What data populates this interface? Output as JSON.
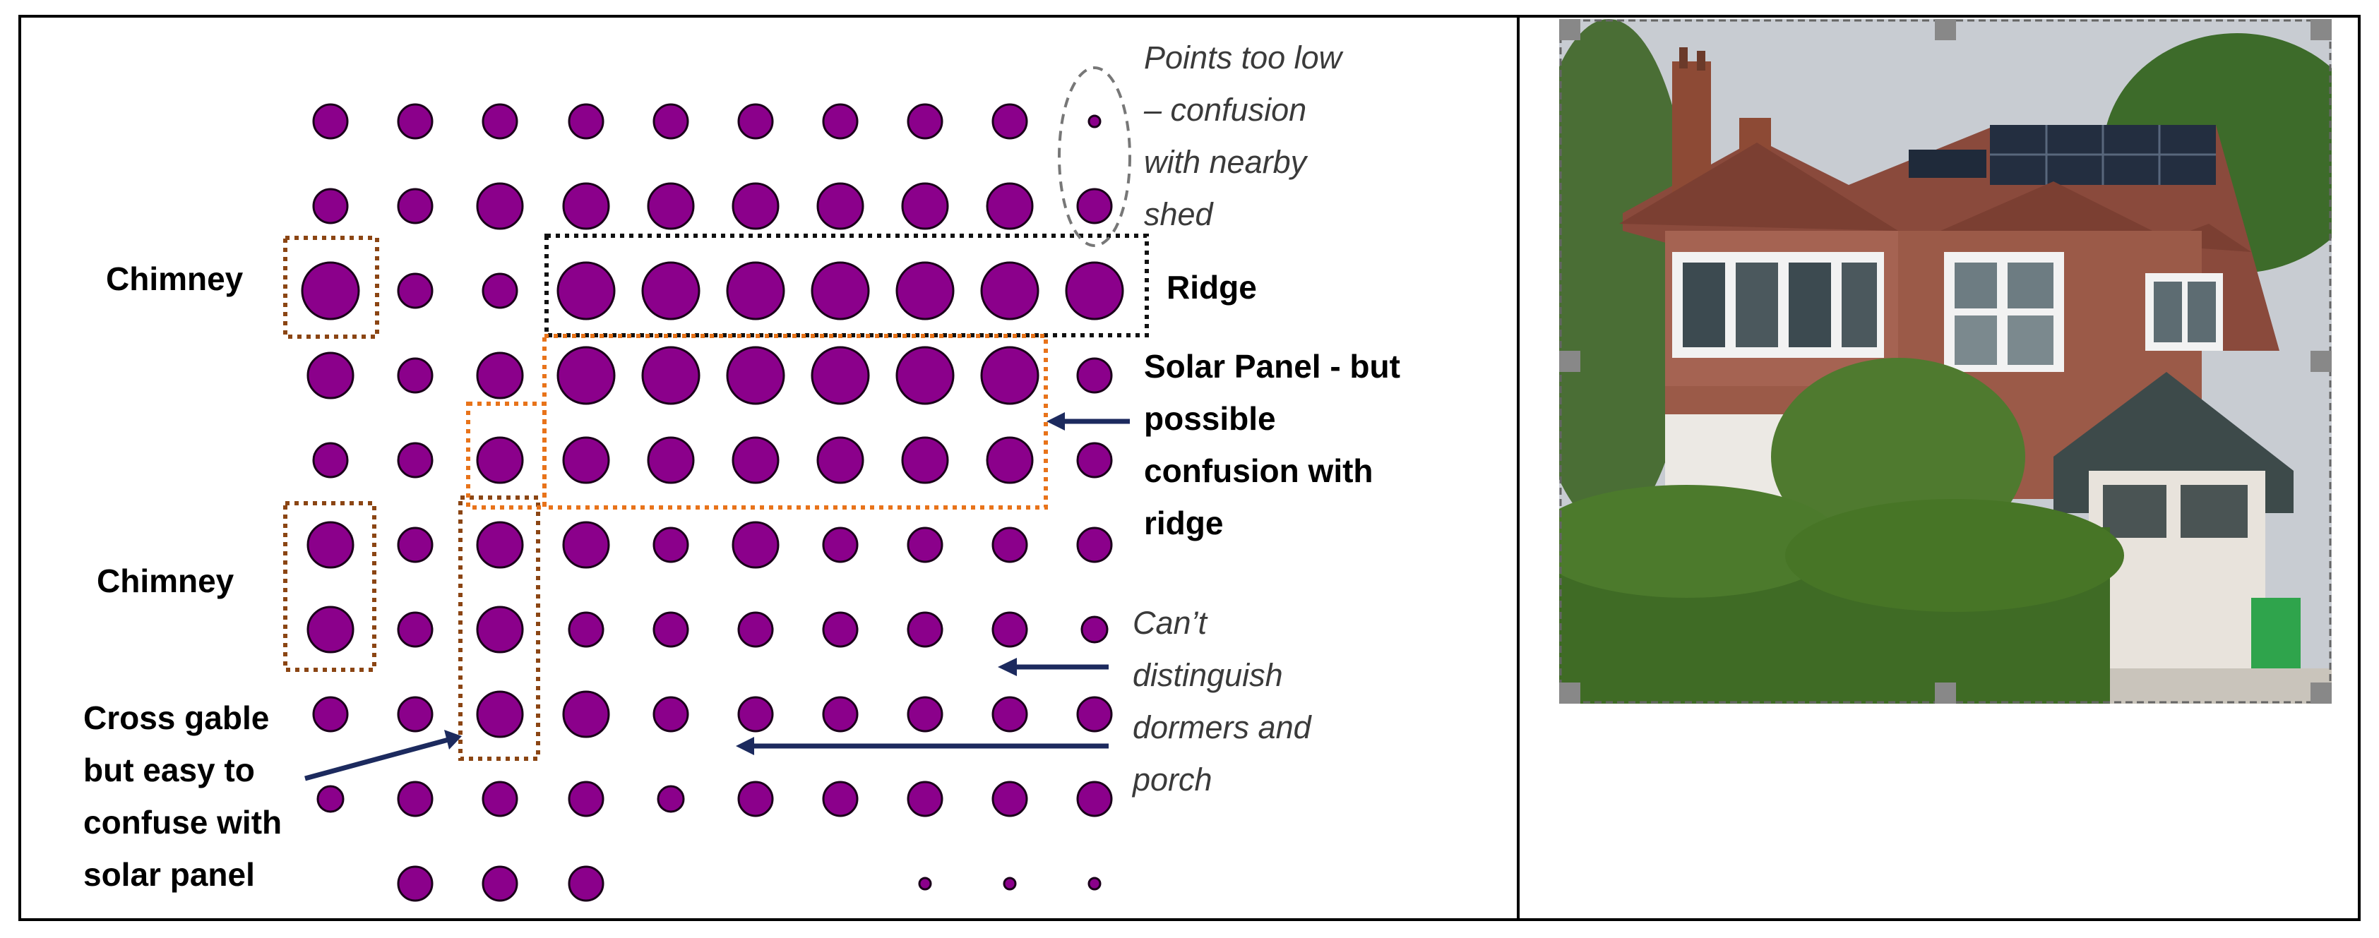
{
  "colors": {
    "dot_fill": "#8b008b",
    "dot_stroke": "#1a001a",
    "box_brown": "#8b4513",
    "box_orange": "#e8731a",
    "box_black": "#111111",
    "ellipse_grey": "#777777",
    "arrow_navy": "#1c2a5e"
  },
  "diagram": {
    "labels": {
      "chimney_top": "Chimney",
      "chimney_bottom": "Chimney",
      "ridge": "Ridge",
      "solar_panel": [
        "Solar Panel - but",
        "possible",
        "confusion with",
        "ridge"
      ],
      "cross_gable": [
        "Cross gable",
        "but easy to",
        "confuse with",
        "solar panel"
      ],
      "points_too_low": [
        "Points too low",
        "– confusion",
        "with nearby",
        "shed"
      ],
      "cant_distinguish": [
        "Can’t",
        "distinguish",
        "dormers and",
        "porch"
      ]
    },
    "grid": {
      "columns": 10,
      "rows": 10,
      "dot_sizes": [
        [
          "m",
          "m",
          "m",
          "m",
          "m",
          "m",
          "m",
          "m",
          "m",
          "t"
        ],
        [
          "m",
          "m",
          "l",
          "l",
          "l",
          "l",
          "l",
          "l",
          "l",
          "m"
        ],
        [
          "x",
          "m",
          "m",
          "x",
          "x",
          "x",
          "x",
          "x",
          "x",
          "x"
        ],
        [
          "l",
          "m",
          "l",
          "x",
          "x",
          "x",
          "x",
          "x",
          "x",
          "m"
        ],
        [
          "m",
          "m",
          "l",
          "l",
          "l",
          "l",
          "l",
          "l",
          "l",
          "m"
        ],
        [
          "l",
          "m",
          "l",
          "l",
          "m",
          "l",
          "m",
          "m",
          "m",
          "m"
        ],
        [
          "l",
          "m",
          "l",
          "m",
          "m",
          "m",
          "m",
          "m",
          "m",
          "s"
        ],
        [
          "m",
          "m",
          "l",
          "l",
          "m",
          "m",
          "m",
          "m",
          "m",
          "m"
        ],
        [
          "s",
          "m",
          "m",
          "m",
          "s",
          "m",
          "m",
          "m",
          "m",
          "m"
        ],
        [
          "",
          "m",
          "m",
          "m",
          "",
          "",
          "",
          "t",
          "t",
          "t"
        ]
      ]
    }
  },
  "photo": {
    "scene": "suburban brick house with hipped roof, chimneys and solar panels"
  }
}
